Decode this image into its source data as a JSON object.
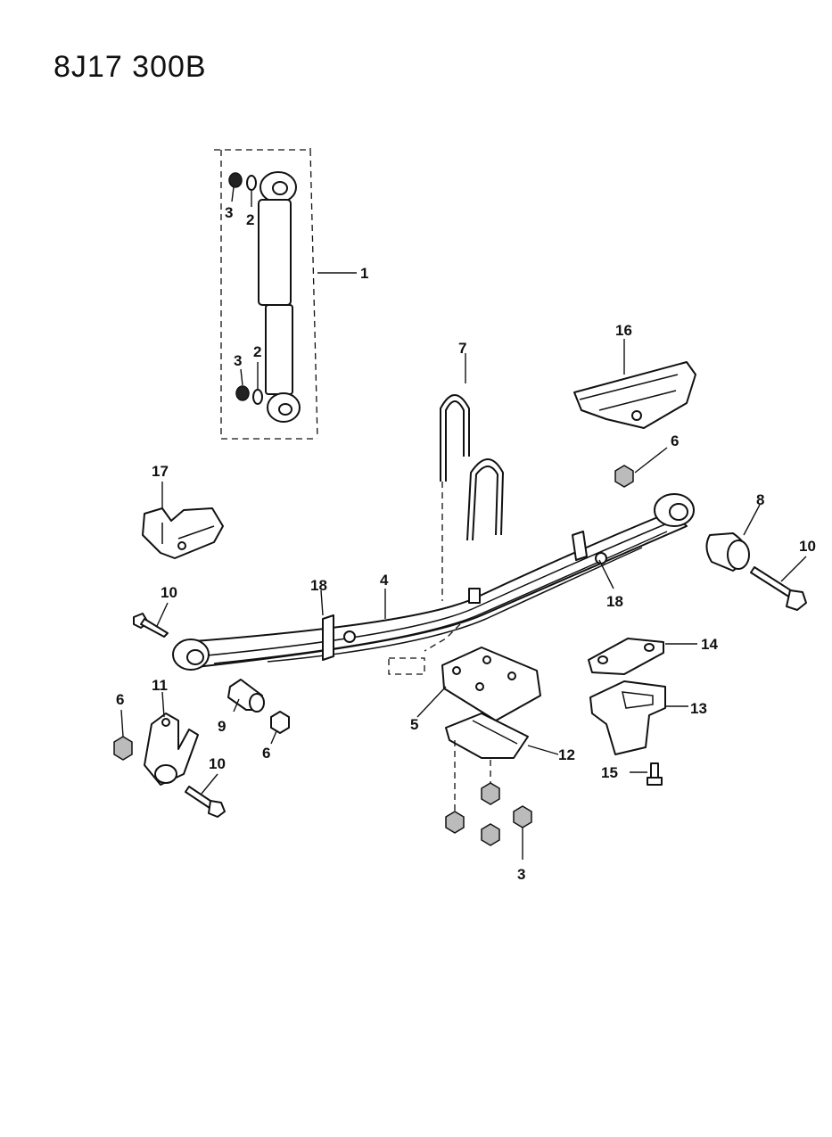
{
  "drawing_code": "8J17  300B",
  "callouts": {
    "c1": "1",
    "c2a": "2",
    "c3a": "3",
    "c2b": "2",
    "c3b": "3",
    "c4": "4",
    "c5": "5",
    "c6a": "6",
    "c6b": "6",
    "c6c": "6",
    "c7": "7",
    "c8": "8",
    "c9": "9",
    "c10a": "10",
    "c10b": "10",
    "c10c": "10",
    "c11": "11",
    "c12": "12",
    "c13": "13",
    "c14": "14",
    "c15": "15",
    "c16": "16",
    "c17": "17",
    "c18a": "18",
    "c18b": "18",
    "c3c": "3"
  }
}
